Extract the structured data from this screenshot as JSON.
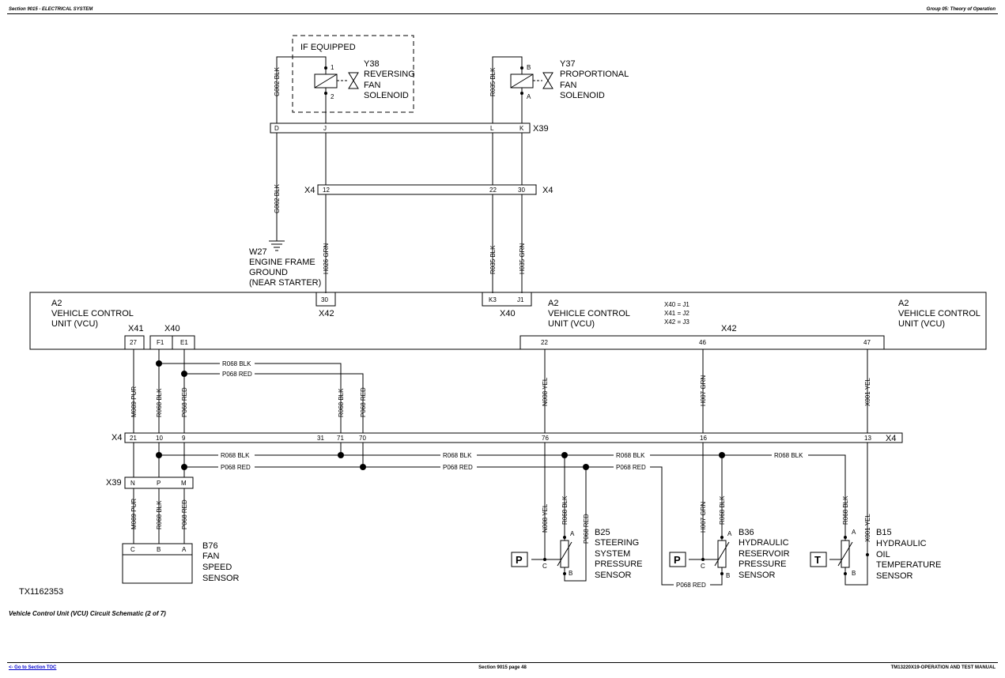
{
  "header": {
    "section": "Section 9015 - ELECTRICAL SYSTEM",
    "group": "Group 05: Theory of Operation"
  },
  "footer": {
    "link": "<- Go to Section TOC",
    "page": "Section 9015 page 48",
    "manual": "TM13220X19-OPERATION AND TEST MANUAL"
  },
  "caption": "Vehicle Control Unit (VCU) Circuit Schematic (2 of 7)",
  "figure_id": "TX1162353",
  "connectors": {
    "X39": "X39",
    "X4": "X4",
    "X40": "X40",
    "X41": "X41",
    "X42": "X42",
    "pins_top_x39": [
      "D",
      "J",
      "L",
      "K"
    ],
    "pins_top_x4": [
      "12",
      "22",
      "30"
    ],
    "pins_x42_top": "30",
    "pins_x40_top": [
      "K3",
      "J1"
    ],
    "pins_x41": "27",
    "pins_x40_left": [
      "F1",
      "E1"
    ],
    "pins_x42_right": [
      "22",
      "46",
      "47"
    ],
    "pins_mid_x4": [
      "21",
      "10",
      "9",
      "31",
      "71",
      "70",
      "76",
      "16",
      "13"
    ],
    "pins_bottom_x39": [
      "N",
      "P",
      "M"
    ]
  },
  "vcu": {
    "ref": "A2",
    "name1": "VEHICLE CONTROL",
    "name2": "UNIT (VCU)",
    "legend": [
      "X40 = J1",
      "X41 = J2",
      "X42 = J3"
    ]
  },
  "components": {
    "if_equipped": "IF EQUIPPED",
    "y38": [
      "Y38",
      "REVERSING",
      "FAN",
      "SOLENOID"
    ],
    "y38_pins": [
      "1",
      "2"
    ],
    "y37": [
      "Y37",
      "PROPORTIONAL",
      "FAN",
      "SOLENOID"
    ],
    "y37_pins": [
      "B",
      "A"
    ],
    "w27": [
      "W27",
      "ENGINE FRAME",
      "GROUND",
      "(NEAR STARTER)"
    ],
    "b76": [
      "B76",
      "FAN",
      "SPEED",
      "SENSOR"
    ],
    "b76_pins": [
      "C",
      "B",
      "A"
    ],
    "b25": [
      "B25",
      "STEERING",
      "SYSTEM",
      "PRESSURE",
      "SENSOR"
    ],
    "b36": [
      "B36",
      "HYDRAULIC",
      "RESERVOIR",
      "PRESSURE",
      "SENSOR"
    ],
    "b15": [
      "B15",
      "HYDRAULIC",
      "OIL",
      "TEMPERATURE",
      "SENSOR"
    ],
    "sensor_pins": [
      "A",
      "C",
      "B"
    ],
    "sensor_type_p": "P",
    "sensor_type_t": "T"
  },
  "wires": {
    "g002": "G002 BLK",
    "r035": "R035 BLK",
    "h026": "H026 GRN",
    "h035": "H035 GRN",
    "m089": "M089 PUR",
    "r068": "R068 BLK",
    "p068": "P068 RED",
    "n008": "N008 YEL",
    "h007": "H007 GRN",
    "x001": "X001 YEL"
  }
}
